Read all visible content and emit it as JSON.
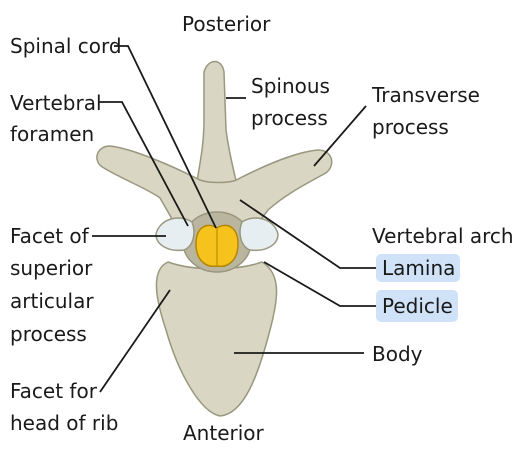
{
  "colors": {
    "bone": "#d9d6c3",
    "bone_stroke": "#9a977f",
    "bone_shadow": "#b9b59f",
    "cartilage": "#e6eef2",
    "spinal_cord": "#f6c31c",
    "spinal_cord_stroke": "#b38600",
    "label": "#1a1a1a",
    "highlight": "#cfe2f7"
  },
  "orientation": {
    "top": "Posterior",
    "bottom": "Anterior"
  },
  "labels": {
    "spinal_cord": "Spinal cord",
    "vertebral_foramen": [
      "Vertebral",
      "foramen"
    ],
    "spinous_process": [
      "Spinous",
      "process"
    ],
    "transverse_process": [
      "Transverse",
      "process"
    ],
    "facet_superior": [
      "Facet of",
      "superior",
      "articular",
      "process"
    ],
    "vertebral_arch": "Vertebral arch:",
    "lamina": "Lamina",
    "pedicle": "Pedicle",
    "body": "Body",
    "facet_rib": [
      "Facet for",
      "head of rib"
    ]
  }
}
